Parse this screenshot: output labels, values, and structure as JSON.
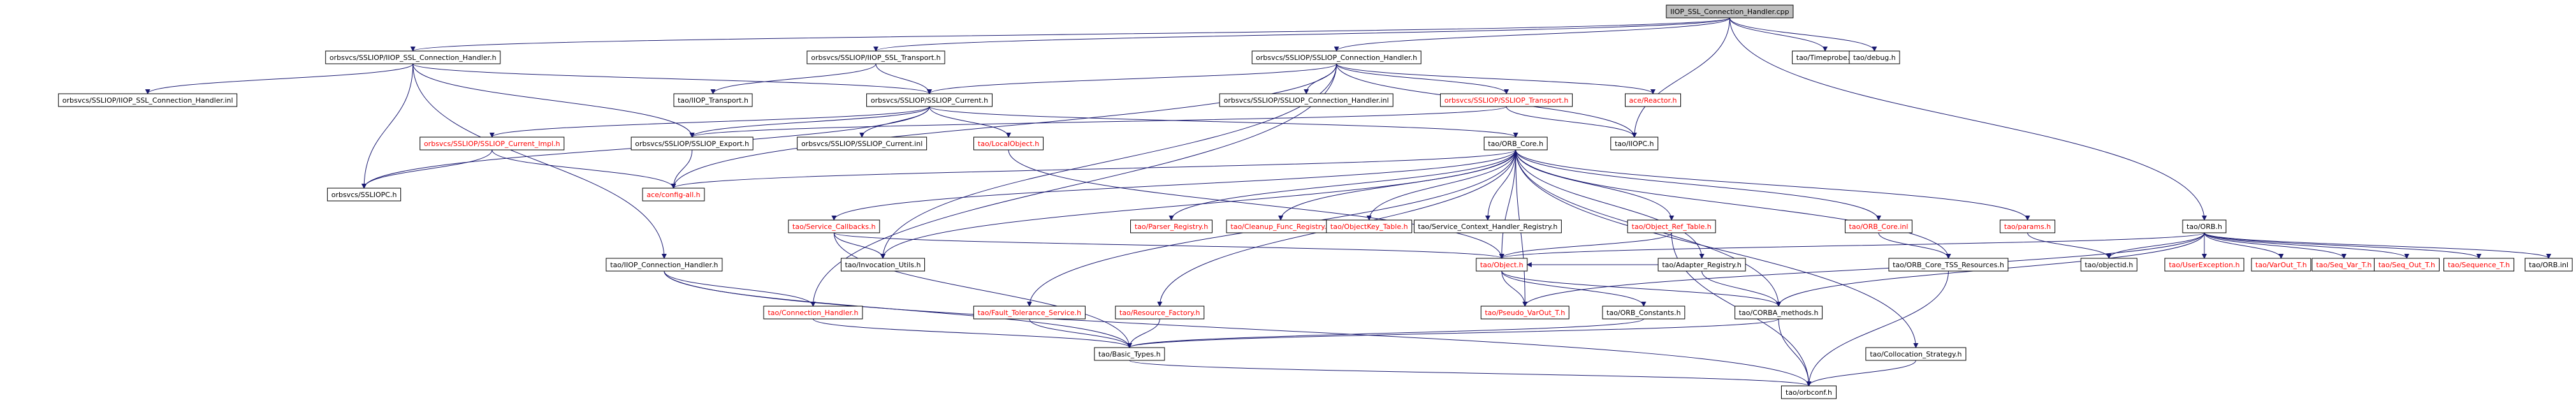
{
  "colors": {
    "root_fill": "#bfbfbf",
    "node_fill": "#ffffff",
    "border": "#000000",
    "text_local": "#000000",
    "text_linked": "#ff0000",
    "edge": "#191970"
  },
  "nodes": [
    {
      "id": "root",
      "label": "IIOP_SSL_Connection_Handler.cpp",
      "root": true
    },
    {
      "id": "iiop_ssl_h",
      "label": "orbsvcs/SSLIOP/IIOP_SSL_Connection_Handler.h"
    },
    {
      "id": "iiop_ssl_inl",
      "label": "orbsvcs/SSLIOP/IIOP_SSL_Connection_Handler.inl"
    },
    {
      "id": "iiop_ssl_transport",
      "label": "orbsvcs/SSLIOP/IIOP_SSL_Transport.h"
    },
    {
      "id": "sslconn_h",
      "label": "orbsvcs/SSLIOP/SSLIOP_Connection_Handler.h"
    },
    {
      "id": "timeprobe",
      "label": "tao/Timeprobe.h"
    },
    {
      "id": "debug",
      "label": "tao/debug.h"
    },
    {
      "id": "iiop_transport",
      "label": "tao/IIOP_Transport.h"
    },
    {
      "id": "ssl_current_h",
      "label": "orbsvcs/SSLIOP/SSLIOP_Current.h"
    },
    {
      "id": "sslconn_inl",
      "label": "orbsvcs/SSLIOP/SSLIOP_Connection_Handler.inl"
    },
    {
      "id": "ssl_transport",
      "label": "orbsvcs/SSLIOP/SSLIOP_Transport.h",
      "linked": true
    },
    {
      "id": "reactor",
      "label": "ace/Reactor.h",
      "linked": true
    },
    {
      "id": "current_impl",
      "label": "orbsvcs/SSLIOP/SSLIOP_Current_Impl.h",
      "linked": true
    },
    {
      "id": "ssl_export",
      "label": "orbsvcs/SSLIOP/SSLIOP_Export.h"
    },
    {
      "id": "current_inl",
      "label": "orbsvcs/SSLIOP/SSLIOP_Current.inl"
    },
    {
      "id": "local_object",
      "label": "tao/LocalObject.h",
      "linked": true
    },
    {
      "id": "orb_core",
      "label": "tao/ORB_Core.h"
    },
    {
      "id": "iiopc",
      "label": "tao/IIOPC.h"
    },
    {
      "id": "sslioopc",
      "label": "orbsvcs/SSLIOPC.h"
    },
    {
      "id": "config_all",
      "label": "ace/config-all.h",
      "linked": true
    },
    {
      "id": "service_callbacks",
      "label": "tao/Service_Callbacks.h",
      "linked": true
    },
    {
      "id": "parser_registry",
      "label": "tao/Parser_Registry.h",
      "linked": true
    },
    {
      "id": "cleanup_func",
      "label": "tao/Cleanup_Func_Registry.h",
      "linked": true
    },
    {
      "id": "objectkey_table",
      "label": "tao/ObjectKey_Table.h",
      "linked": true
    },
    {
      "id": "service_context",
      "label": "tao/Service_Context_Handler_Registry.h"
    },
    {
      "id": "object_ref_table",
      "label": "tao/Object_Ref_Table.h",
      "linked": true
    },
    {
      "id": "orb_core_inl",
      "label": "tao/ORB_Core.inl",
      "linked": true
    },
    {
      "id": "params",
      "label": "tao/params.h",
      "linked": true
    },
    {
      "id": "orb_h",
      "label": "tao/ORB.h"
    },
    {
      "id": "iiop_conn_h",
      "label": "tao/IIOP_Connection_Handler.h"
    },
    {
      "id": "invocation_utils",
      "label": "tao/Invocation_Utils.h"
    },
    {
      "id": "object_h",
      "label": "tao/Object.h",
      "linked": true
    },
    {
      "id": "adapter_registry",
      "label": "tao/Adapter_Registry.h"
    },
    {
      "id": "orb_core_tss",
      "label": "tao/ORB_Core_TSS_Resources.h"
    },
    {
      "id": "objectid",
      "label": "tao/objectid.h"
    },
    {
      "id": "user_exception",
      "label": "tao/UserException.h",
      "linked": true
    },
    {
      "id": "varout",
      "label": "tao/VarOut_T.h",
      "linked": true
    },
    {
      "id": "seq_var",
      "label": "tao/Seq_Var_T.h",
      "linked": true
    },
    {
      "id": "seq_out",
      "label": "tao/Seq_Out_T.h",
      "linked": true
    },
    {
      "id": "sequence_t",
      "label": "tao/Sequence_T.h",
      "linked": true
    },
    {
      "id": "orb_inl",
      "label": "tao/ORB.inl"
    },
    {
      "id": "connection_handler",
      "label": "tao/Connection_Handler.h",
      "linked": true
    },
    {
      "id": "fault_tolerance",
      "label": "tao/Fault_Tolerance_Service.h",
      "linked": true
    },
    {
      "id": "resource_factory",
      "label": "tao/Resource_Factory.h",
      "linked": true
    },
    {
      "id": "pseudo_varout",
      "label": "tao/Pseudo_VarOut_T.h",
      "linked": true
    },
    {
      "id": "orb_constants",
      "label": "tao/ORB_Constants.h"
    },
    {
      "id": "corba_methods",
      "label": "tao/CORBA_methods.h"
    },
    {
      "id": "collocation",
      "label": "tao/Collocation_Strategy.h"
    },
    {
      "id": "basic_types",
      "label": "tao/Basic_Types.h"
    },
    {
      "id": "orbconf",
      "label": "tao/orbconf.h"
    }
  ],
  "edges": [
    [
      "root",
      "iiop_ssl_h"
    ],
    [
      "root",
      "iiop_ssl_transport"
    ],
    [
      "root",
      "sslconn_h"
    ],
    [
      "root",
      "timeprobe"
    ],
    [
      "root",
      "debug"
    ],
    [
      "root",
      "orb_h"
    ],
    [
      "root",
      "iiopc"
    ],
    [
      "iiop_ssl_h",
      "iiop_ssl_inl"
    ],
    [
      "iiop_ssl_h",
      "ssl_current_h"
    ],
    [
      "iiop_ssl_h",
      "ssl_export"
    ],
    [
      "iiop_ssl_h",
      "sslioopc"
    ],
    [
      "iiop_ssl_h",
      "iiop_conn_h"
    ],
    [
      "iiop_ssl_transport",
      "iiop_transport"
    ],
    [
      "iiop_ssl_transport",
      "ssl_current_h"
    ],
    [
      "sslconn_h",
      "ssl_current_h"
    ],
    [
      "sslconn_h",
      "sslconn_inl"
    ],
    [
      "sslconn_h",
      "ssl_transport"
    ],
    [
      "sslconn_h",
      "reactor"
    ],
    [
      "sslconn_h",
      "iiopc"
    ],
    [
      "sslconn_h",
      "config_all"
    ],
    [
      "sslconn_h",
      "invocation_utils"
    ],
    [
      "sslconn_h",
      "connection_handler"
    ],
    [
      "ssl_current_h",
      "current_impl"
    ],
    [
      "ssl_current_h",
      "ssl_export"
    ],
    [
      "ssl_current_h",
      "current_inl"
    ],
    [
      "ssl_current_h",
      "local_object"
    ],
    [
      "ssl_current_h",
      "orb_core"
    ],
    [
      "ssl_current_h",
      "sslioopc"
    ],
    [
      "ssl_transport",
      "ssl_export"
    ],
    [
      "ssl_transport",
      "iiopc"
    ],
    [
      "current_impl",
      "sslioopc"
    ],
    [
      "current_impl",
      "config_all"
    ],
    [
      "ssl_export",
      "config_all"
    ],
    [
      "local_object",
      "object_h"
    ],
    [
      "orb_core",
      "config_all"
    ],
    [
      "orb_core",
      "service_callbacks"
    ],
    [
      "orb_core",
      "parser_registry"
    ],
    [
      "orb_core",
      "cleanup_func"
    ],
    [
      "orb_core",
      "objectkey_table"
    ],
    [
      "orb_core",
      "service_context"
    ],
    [
      "orb_core",
      "object_ref_table"
    ],
    [
      "orb_core",
      "orb_core_inl"
    ],
    [
      "orb_core",
      "params"
    ],
    [
      "orb_core",
      "orb_core_tss"
    ],
    [
      "orb_core",
      "object_h"
    ],
    [
      "orb_core",
      "adapter_registry"
    ],
    [
      "orb_core",
      "fault_tolerance"
    ],
    [
      "orb_core",
      "resource_factory"
    ],
    [
      "orb_core",
      "collocation"
    ],
    [
      "orb_core",
      "invocation_utils"
    ],
    [
      "orb_core",
      "pseudo_varout"
    ],
    [
      "orb_core",
      "corba_methods"
    ],
    [
      "service_callbacks",
      "invocation_utils"
    ],
    [
      "service_callbacks",
      "object_h"
    ],
    [
      "service_callbacks",
      "basic_types"
    ],
    [
      "object_ref_table",
      "object_h"
    ],
    [
      "object_ref_table",
      "orbconf"
    ],
    [
      "orb_core_inl",
      "orb_core_tss"
    ],
    [
      "params",
      "objectid"
    ],
    [
      "orb_h",
      "objectid"
    ],
    [
      "orb_h",
      "user_exception"
    ],
    [
      "orb_h",
      "varout"
    ],
    [
      "orb_h",
      "seq_var"
    ],
    [
      "orb_h",
      "seq_out"
    ],
    [
      "orb_h",
      "sequence_t"
    ],
    [
      "orb_h",
      "orb_inl"
    ],
    [
      "orb_h",
      "object_h"
    ],
    [
      "orb_h",
      "corba_methods"
    ],
    [
      "orb_h",
      "pseudo_varout"
    ],
    [
      "iiop_conn_h",
      "connection_handler"
    ],
    [
      "iiop_conn_h",
      "basic_types"
    ],
    [
      "iiop_conn_h",
      "orbconf"
    ],
    [
      "object_h",
      "pseudo_varout"
    ],
    [
      "object_h",
      "orb_constants"
    ],
    [
      "object_h",
      "corba_methods"
    ],
    [
      "adapter_registry",
      "object_h"
    ],
    [
      "adapter_registry",
      "corba_methods"
    ],
    [
      "orb_core_tss",
      "orbconf"
    ],
    [
      "connection_handler",
      "basic_types"
    ],
    [
      "fault_tolerance",
      "basic_types"
    ],
    [
      "resource_factory",
      "basic_types"
    ],
    [
      "corba_methods",
      "basic_types"
    ],
    [
      "corba_methods",
      "orbconf"
    ],
    [
      "orb_constants",
      "basic_types"
    ],
    [
      "collocation",
      "orbconf"
    ],
    [
      "basic_types",
      "orbconf"
    ]
  ]
}
